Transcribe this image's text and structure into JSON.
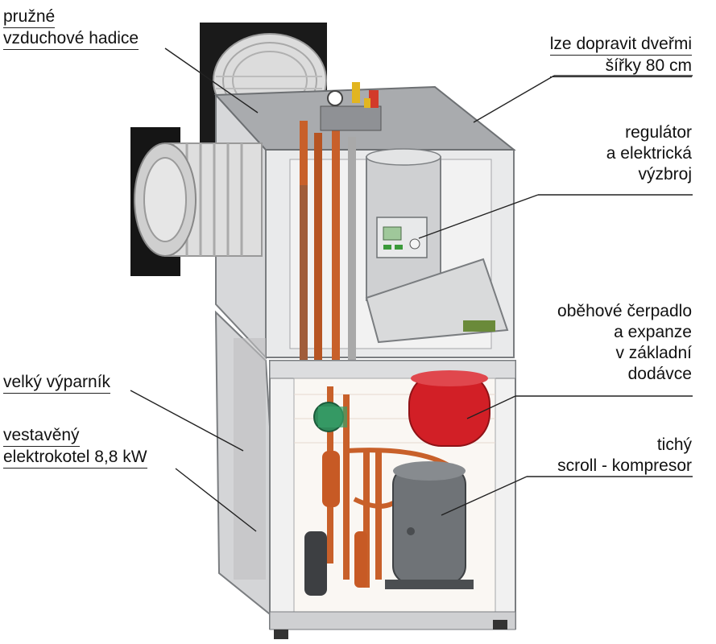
{
  "labels": {
    "hoses": {
      "line1": "pružné",
      "line2": "vzduchové hadice"
    },
    "door": {
      "line1": "lze dopravit dveřmi",
      "line2": "šířky 80 cm"
    },
    "regulator": {
      "line1": "regulátor",
      "line2": "a elektrická",
      "line3": "výzbroj"
    },
    "pump": {
      "line1": "oběhové čerpadlo",
      "line2": "a expanze",
      "line3": "v základní",
      "line4": "dodávce"
    },
    "evaporator": {
      "line1": "velký výparník"
    },
    "boiler": {
      "line1": "vestavěný",
      "line2": "elektrokotel 8,8 kW"
    },
    "compressor": {
      "line1": "tichý",
      "line2": "scroll - kompresor"
    }
  },
  "colors": {
    "cabinet": "#c9cacc",
    "cabinet_dark": "#9c9fa2",
    "expansion_tank": "#d21f26",
    "pipe_copper": "#c8602a",
    "compressor": "#6f7377",
    "pump_green": "#2f8a5a"
  }
}
